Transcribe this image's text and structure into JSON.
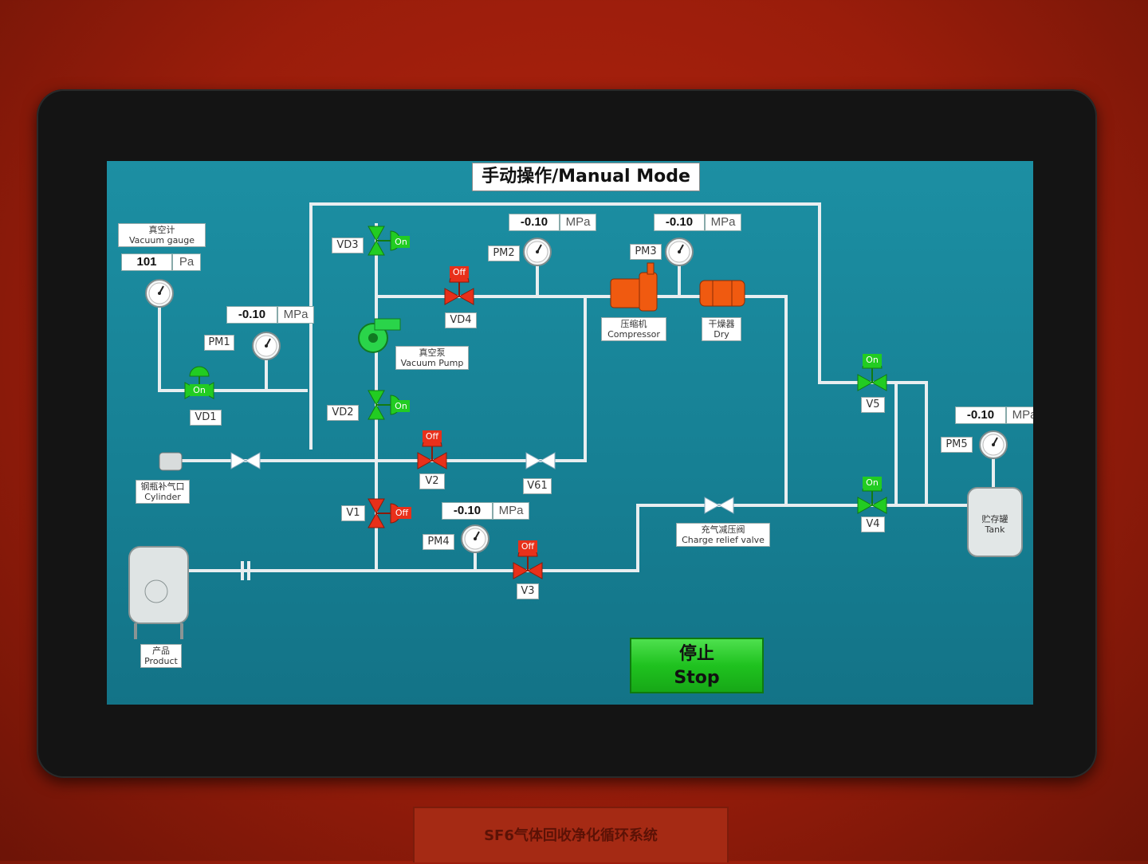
{
  "title": "手动操作/Manual Mode",
  "plate_text": "SF6气体回收净化循环系统",
  "vacuum_gauge": {
    "label_cn": "真空计",
    "label_en": "Vacuum gauge",
    "value": "101",
    "unit": "Pa"
  },
  "pressure_gauges": [
    {
      "id": "PM1",
      "value": "-0.10",
      "unit": "MPa"
    },
    {
      "id": "PM2",
      "value": "-0.10",
      "unit": "MPa"
    },
    {
      "id": "PM3",
      "value": "-0.10",
      "unit": "MPa"
    },
    {
      "id": "PM4",
      "value": "-0.10",
      "unit": "MPa"
    },
    {
      "id": "PM5",
      "value": "-0.10",
      "unit": "MPa"
    }
  ],
  "valves": {
    "VD1": {
      "label": "VD1",
      "state": "On"
    },
    "VD2": {
      "label": "VD2",
      "state": "On"
    },
    "VD3": {
      "label": "VD3",
      "state": "On"
    },
    "VD4": {
      "label": "VD4",
      "state": "Off"
    },
    "V1": {
      "label": "V1",
      "state": "Off"
    },
    "V2": {
      "label": "V2",
      "state": "Off"
    },
    "V3": {
      "label": "V3",
      "state": "Off"
    },
    "V4": {
      "label": "V4",
      "state": "On"
    },
    "V5": {
      "label": "V5",
      "state": "On"
    },
    "V61": {
      "label": "V61"
    }
  },
  "equipment": {
    "vacuum_pump": {
      "cn": "真空泵",
      "en": "Vacuum Pump"
    },
    "compressor": {
      "cn": "压缩机",
      "en": "Compressor"
    },
    "dryer": {
      "cn": "干燥器",
      "en": "Dry"
    },
    "cylinder": {
      "cn": "钢瓶补气口",
      "en": "Cylinder"
    },
    "product": {
      "cn": "产品",
      "en": "Product"
    },
    "tank": {
      "cn": "贮存罐",
      "en": "Tank"
    },
    "relief_valve": {
      "cn": "充气减压阀",
      "en": "Charge relief valve"
    }
  },
  "stop_button": {
    "cn": "停止",
    "en": "Stop"
  },
  "colors": {
    "screen_bg": "#1a8a9e",
    "pipe": "#e8eef0",
    "valve_on": "#22cc22",
    "valve_off": "#e8301a",
    "equipment": "#f05a10",
    "stop": "#22c422"
  }
}
